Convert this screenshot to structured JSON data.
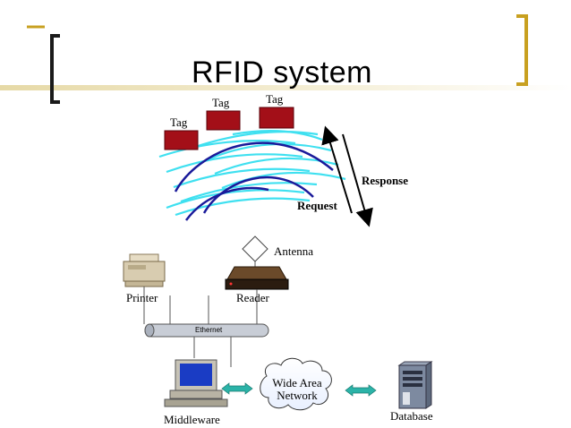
{
  "title": "RFID system",
  "tags": [
    "Tag",
    "Tag",
    "Tag"
  ],
  "labels": {
    "response": "Response",
    "request": "Request",
    "antenna": "Antenna",
    "printer": "Printer",
    "reader": "Reader",
    "ethernet": "Ethernet",
    "network_line1": "Wide Area",
    "network_line2": "Network",
    "middleware": "Middleware",
    "database": "Database"
  },
  "colors": {
    "accent_gold": "#c8a020",
    "bracket_dark": "#1a1a1a",
    "tag_red": "#a30f18",
    "wave_cyan": "#3fe0f0",
    "wave_navy": "#1a1a9a",
    "arrow_teal": "#2bb3a8"
  }
}
